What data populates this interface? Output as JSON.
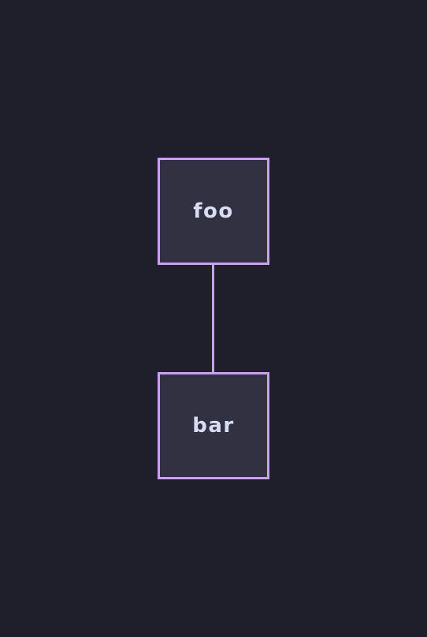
{
  "diagram": {
    "nodes": [
      {
        "id": "foo",
        "label": "foo"
      },
      {
        "id": "bar",
        "label": "bar"
      }
    ],
    "edges": [
      {
        "from": "foo",
        "to": "bar"
      }
    ],
    "colors": {
      "background": "#1f1f2b",
      "node_fill": "#313142",
      "node_border": "#c8a2f0",
      "edge": "#c8a2f0",
      "label_text": "#d9ddf3"
    }
  }
}
